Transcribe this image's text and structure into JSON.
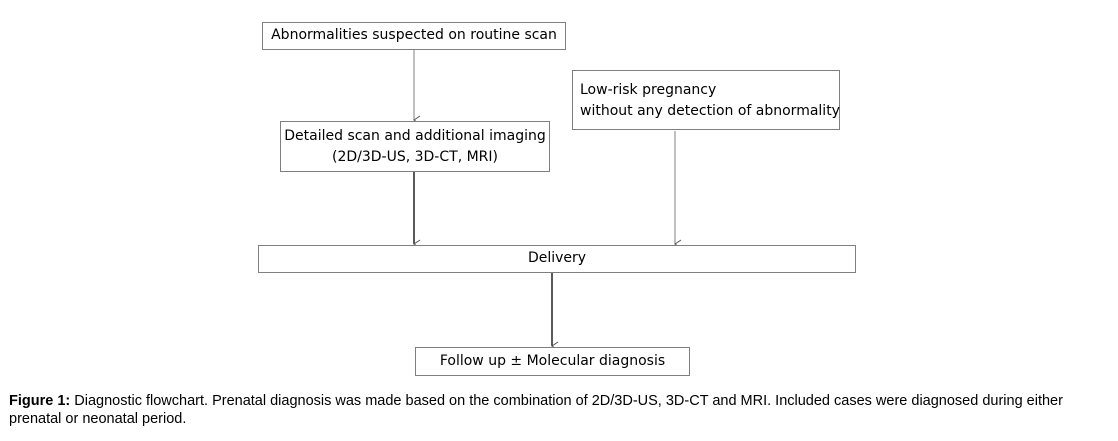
{
  "boxes": {
    "abnormal": {
      "text": "Abnormalities suspected on routine scan"
    },
    "lowrisk": {
      "line1": "Low-risk pregnancy",
      "line2": "without any detection of abnormality"
    },
    "detailed": {
      "line1": "Detailed scan and additional imaging",
      "line2": "(2D/3D-US, 3D-CT, MRI)"
    },
    "delivery": {
      "text": "Delivery"
    },
    "followup": {
      "text": "Follow up ± Molecular diagnosis"
    }
  },
  "caption": {
    "label": "Figure 1:",
    "text": " Diagnostic flowchart. Prenatal diagnosis was made based on the combination of 2D/3D-US, 3D-CT and MRI. Included cases were diagnosed during either prenatal or neonatal period."
  },
  "colors": {
    "box_border": "#7f7f7f",
    "arrow_thin": "#808080",
    "arrow_thick": "#000000"
  }
}
